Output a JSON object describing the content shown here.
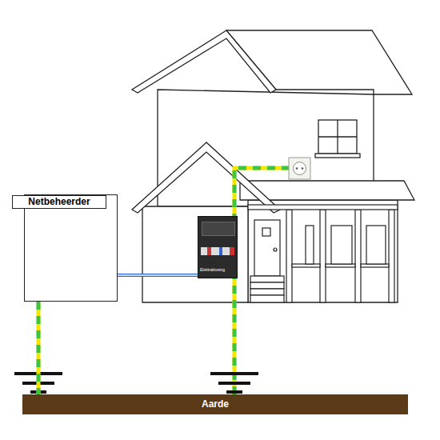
{
  "diagram": {
    "nodes": [
      {
        "text": [
          "Netbeheerder"
        ]
      },
      {
        "text": [
          "Elektrakiosing"
        ]
      },
      {
        "text": [
          "Aarde"
        ]
      }
    ],
    "edges": [
      {
        "from": 0,
        "to": 1,
        "arrow": "none"
      },
      {
        "from": 0,
        "to": 2,
        "arrow": "none"
      }
    ]
  }
}
